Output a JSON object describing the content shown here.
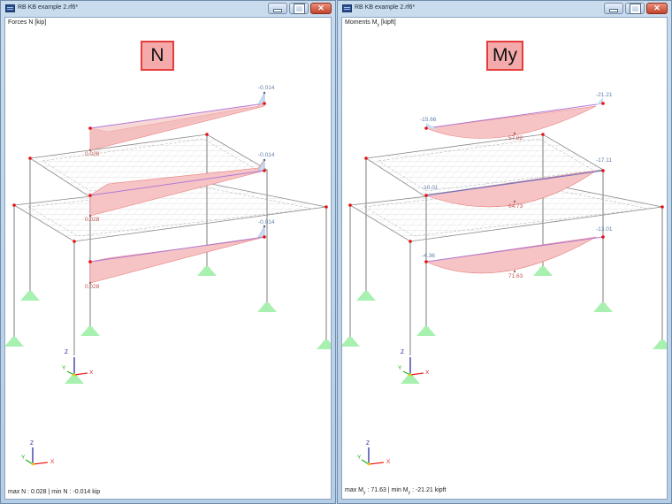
{
  "windows": [
    {
      "title": "RB KB example 2.rf6*",
      "view_header": "Forces N [kip]",
      "badge": "N",
      "status": "max N : 0.028 | min N : -0.014 kip",
      "result_labels": {
        "top_beam_max": "0.028",
        "top_beam_min": "-0.014",
        "mid_beam_max": "0.028",
        "mid_beam_min": "-0.014",
        "low_beam_max": "0.028",
        "low_beam_min": "-0.014"
      },
      "axes": {
        "x": "X",
        "y": "Y",
        "z": "Z"
      }
    },
    {
      "title": "RB KB example 2.rf6*",
      "view_header_main": "Moments M",
      "view_header_sub": "y",
      "view_header_unit": " [kipft]",
      "badge": "My",
      "status_parts": {
        "p1": "max M",
        "s1": "y",
        "p2": " : 71.63 | min M",
        "s2": "y",
        "p3": " : -21.21 kipft"
      },
      "result_labels": {
        "top_beam_left": "-15.66",
        "top_beam_right": "-21.21",
        "top_beam_mid": "57.82",
        "mid_beam_left": "-10.01",
        "mid_beam_right": "-17.11",
        "mid_beam_mid": "64.73",
        "low_beam_left": "-4.36",
        "low_beam_right": "-13.01",
        "low_beam_mid": "71.63"
      },
      "axes": {
        "x": "X",
        "y": "Y",
        "z": "Z"
      }
    }
  ],
  "colors": {
    "diagram_fill": "#f4bcbc",
    "diagram_edge": "#e87777",
    "negative_fill": "#c8dcf2",
    "node": "#e81010",
    "support": "#a8f0b0",
    "member": "#9a9a9a",
    "badge_bg": "#f4aaaa",
    "badge_border": "#e53c3c"
  }
}
